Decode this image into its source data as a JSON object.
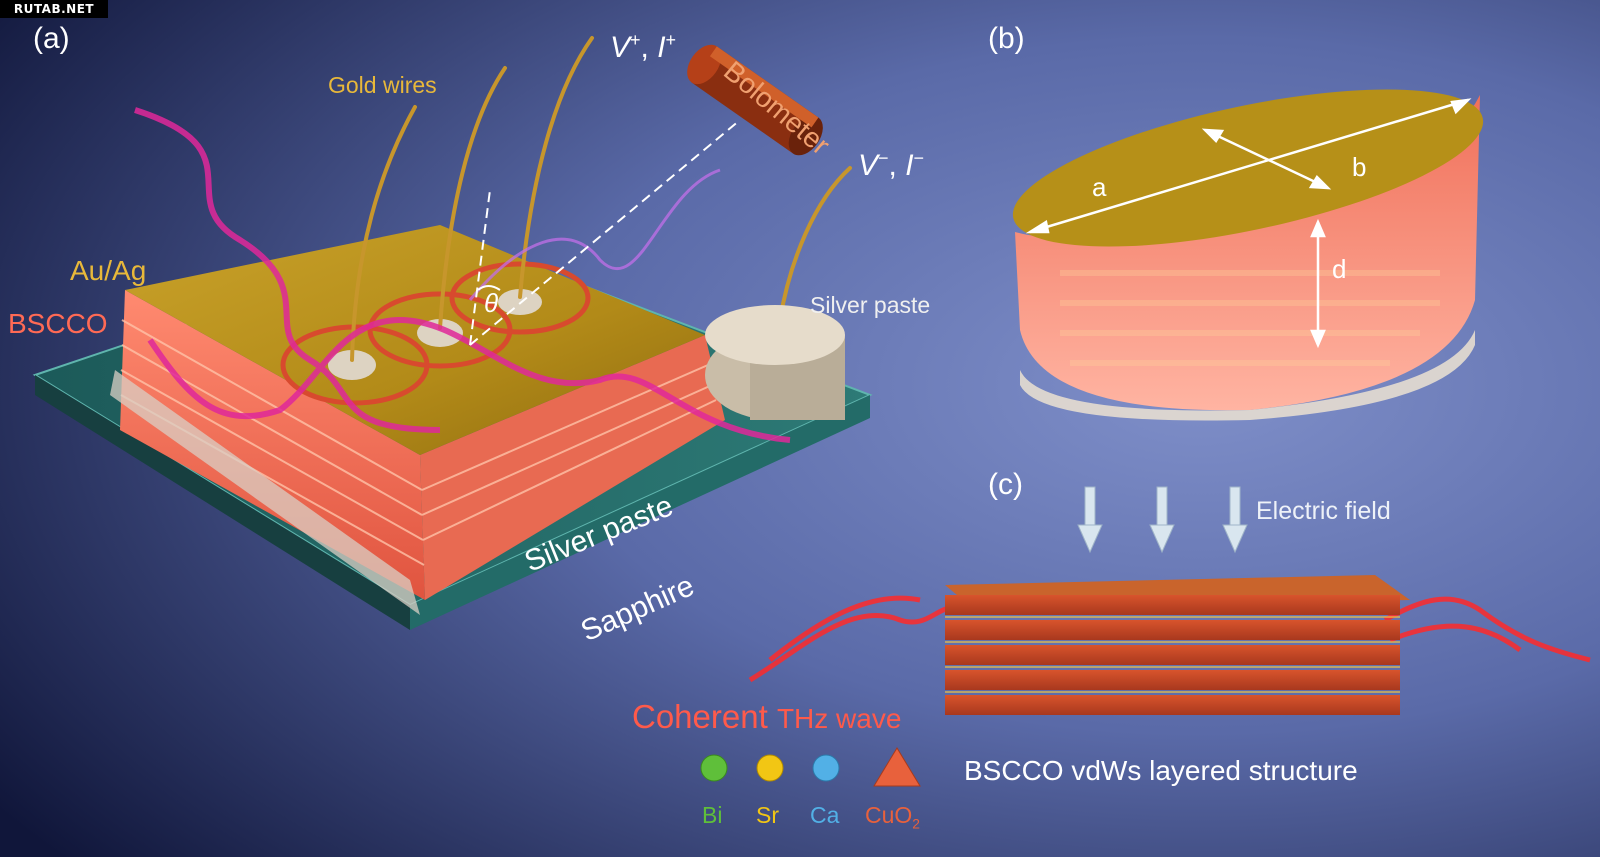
{
  "watermark": "RUTAB.NET",
  "panels": {
    "a": "(a)",
    "b": "(b)",
    "c": "(c)"
  },
  "panel_a": {
    "gold_wires": "Gold wires",
    "v_plus": "V",
    "v_plus_sup": "+",
    "i_plus": "I",
    "i_plus_sup": "+",
    "v_minus": "V",
    "v_minus_sup": "−",
    "i_minus": "I",
    "i_minus_sup": "−",
    "separator": ", ",
    "bolometer": "Bolometer",
    "au_ag": "Au/Ag",
    "bscco": "BSCCO",
    "theta": "θ",
    "silver_paste_top": "Silver paste",
    "silver_paste_side": "Silver paste",
    "sapphire": "Sapphire"
  },
  "panel_b": {
    "a": "a",
    "b": "b",
    "d": "d"
  },
  "panel_c": {
    "electric_field": "Electric field",
    "coherent": "Coherent",
    "thz_wave": "THz wave",
    "structure": "BSCCO vdWs layered structure",
    "legend": [
      {
        "label": "Bi",
        "color": "#5fbf3a"
      },
      {
        "label": "Sr",
        "color": "#f2c614"
      },
      {
        "label": "Ca",
        "color": "#52b0e6"
      },
      {
        "label": "CuO",
        "sub": "2",
        "color": "#e8613c"
      }
    ]
  },
  "colors": {
    "gold": "#b8901c",
    "bscco": "#f06a55",
    "sapphire": "#1f5f5e",
    "thz_magenta": "#e0289a",
    "thz_red": "#ff2a2a",
    "label_gold": "#e8b83a",
    "label_red": "#ff5a4a",
    "bolometer": "#c4501e"
  }
}
